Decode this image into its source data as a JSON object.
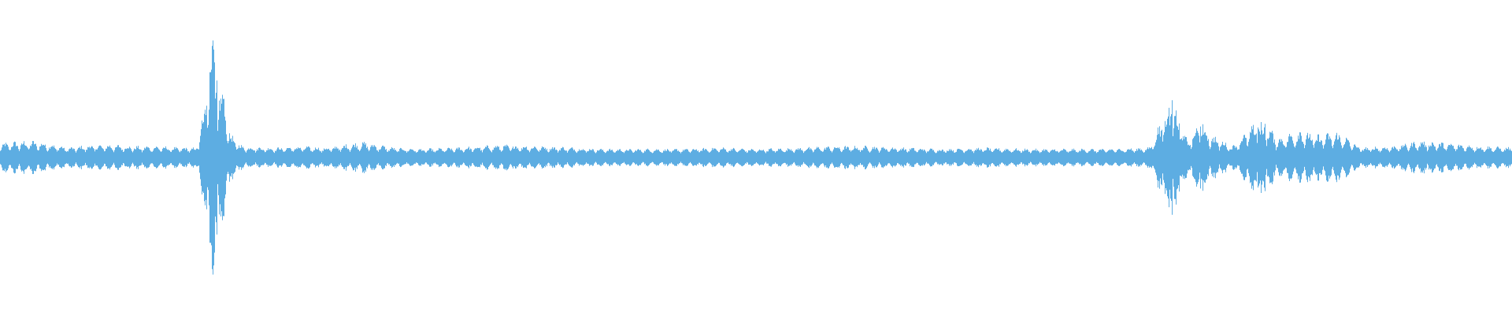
{
  "waveform": {
    "color": "#5dade2",
    "background": "#ffffff",
    "baseline_amplitude": 0.02,
    "amplitude_envelope": [
      [
        0.0,
        0.08
      ],
      [
        0.008,
        0.09
      ],
      [
        0.02,
        0.1
      ],
      [
        0.032,
        0.08
      ],
      [
        0.045,
        0.05
      ],
      [
        0.06,
        0.07
      ],
      [
        0.075,
        0.07
      ],
      [
        0.09,
        0.06
      ],
      [
        0.105,
        0.06
      ],
      [
        0.118,
        0.05
      ],
      [
        0.13,
        0.05
      ],
      [
        0.136,
        0.45
      ],
      [
        0.14,
        0.9
      ],
      [
        0.143,
        0.6
      ],
      [
        0.147,
        0.45
      ],
      [
        0.152,
        0.15
      ],
      [
        0.16,
        0.06
      ],
      [
        0.18,
        0.05
      ],
      [
        0.2,
        0.06
      ],
      [
        0.215,
        0.05
      ],
      [
        0.24,
        0.09
      ],
      [
        0.26,
        0.05
      ],
      [
        0.28,
        0.04
      ],
      [
        0.3,
        0.05
      ],
      [
        0.335,
        0.07
      ],
      [
        0.36,
        0.06
      ],
      [
        0.38,
        0.05
      ],
      [
        0.4,
        0.04
      ],
      [
        0.42,
        0.04
      ],
      [
        0.45,
        0.04
      ],
      [
        0.475,
        0.05
      ],
      [
        0.5,
        0.04
      ],
      [
        0.53,
        0.05
      ],
      [
        0.55,
        0.06
      ],
      [
        0.575,
        0.06
      ],
      [
        0.6,
        0.05
      ],
      [
        0.62,
        0.04
      ],
      [
        0.65,
        0.05
      ],
      [
        0.68,
        0.04
      ],
      [
        0.7,
        0.04
      ],
      [
        0.73,
        0.04
      ],
      [
        0.76,
        0.05
      ],
      [
        0.77,
        0.3
      ],
      [
        0.775,
        0.4
      ],
      [
        0.785,
        0.1
      ],
      [
        0.795,
        0.25
      ],
      [
        0.8,
        0.15
      ],
      [
        0.815,
        0.06
      ],
      [
        0.825,
        0.18
      ],
      [
        0.835,
        0.25
      ],
      [
        0.845,
        0.12
      ],
      [
        0.86,
        0.18
      ],
      [
        0.87,
        0.14
      ],
      [
        0.885,
        0.16
      ],
      [
        0.9,
        0.05
      ],
      [
        0.92,
        0.06
      ],
      [
        0.94,
        0.1
      ],
      [
        0.96,
        0.08
      ],
      [
        0.98,
        0.06
      ],
      [
        1.0,
        0.05
      ]
    ]
  }
}
